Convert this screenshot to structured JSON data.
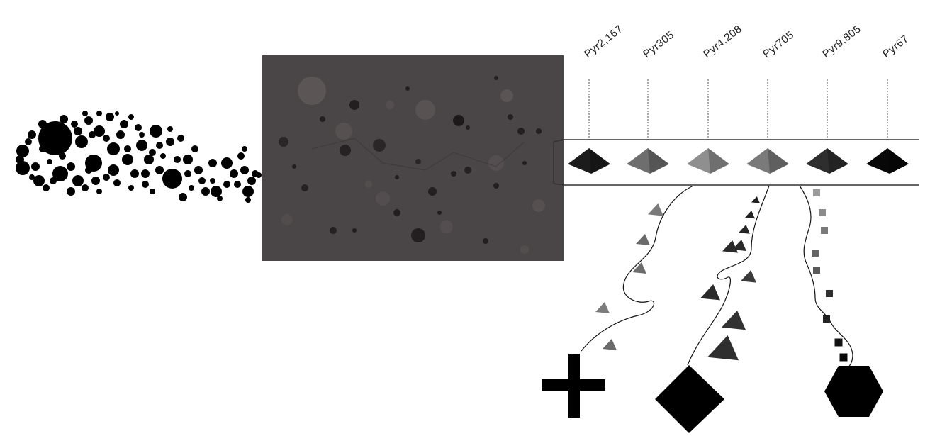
{
  "structures": [
    {
      "label": "Pyr2,167",
      "color": "#1c1c1c"
    },
    {
      "label": "Pyr305",
      "color": "#6e6e6e"
    },
    {
      "label": "Pyr4,208",
      "color": "#8f8f8f"
    },
    {
      "label": "Pyr705",
      "color": "#7a7a7a"
    },
    {
      "label": "Pyr9,805",
      "color": "#2e2e2e"
    },
    {
      "label": "Pyr67",
      "color": "#080808"
    }
  ],
  "colors": {
    "image_panel": "#4a4546",
    "strip_border": "#333333",
    "ink": "#000000"
  },
  "outcomes": [
    {
      "shape": "plus-icon"
    },
    {
      "shape": "diamond-icon"
    },
    {
      "shape": "hexagon-icon"
    }
  ]
}
